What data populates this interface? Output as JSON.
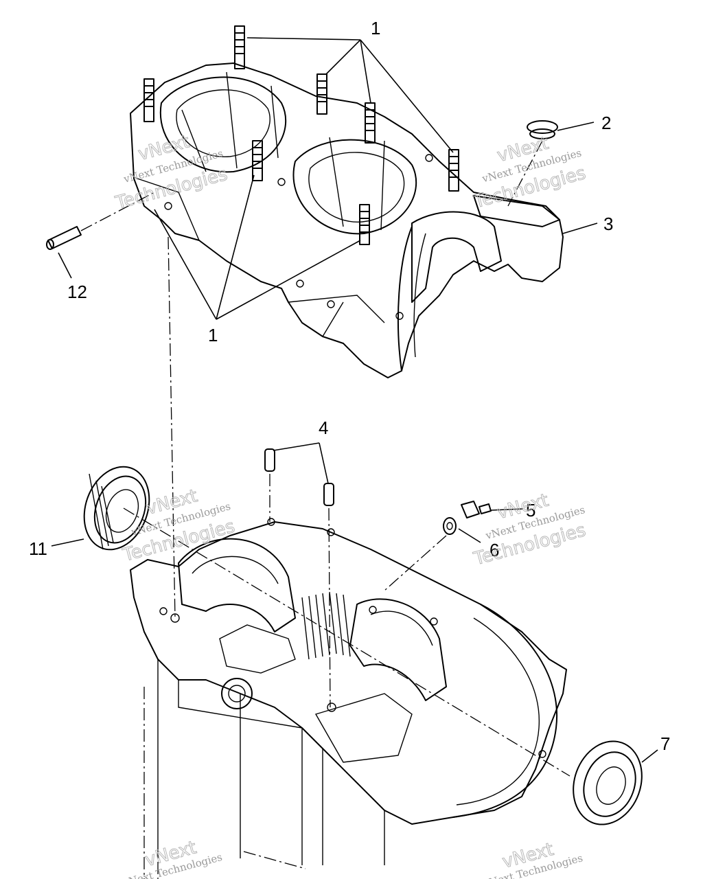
{
  "callouts": [
    {
      "id": "1a",
      "label": "1"
    },
    {
      "id": "2",
      "label": "2"
    },
    {
      "id": "3",
      "label": "3"
    },
    {
      "id": "12",
      "label": "12"
    },
    {
      "id": "1b",
      "label": "1"
    },
    {
      "id": "4",
      "label": "4"
    },
    {
      "id": "5",
      "label": "5"
    },
    {
      "id": "6",
      "label": "6"
    },
    {
      "id": "11",
      "label": "11"
    },
    {
      "id": "7",
      "label": "7"
    }
  ],
  "watermark": {
    "line1": "vNext Technologies",
    "line2": "vNext",
    "line3": "Technologies"
  },
  "colors": {
    "ink": "#000000",
    "watermark": "#9a9a9a",
    "background": "#ffffff"
  }
}
